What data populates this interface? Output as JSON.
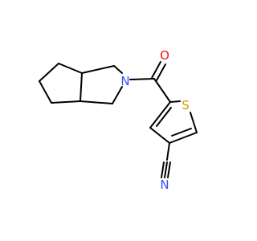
{
  "molecule": {
    "labels": {
      "oxygen": "O",
      "nitrogen_amide": "N",
      "sulfur": "S",
      "nitrogen_nitrile": "N"
    },
    "colors": {
      "bond": "#000000",
      "oxygen": "#ff0d0d",
      "nitrogen": "#3050f8",
      "sulfur": "#c6a200"
    }
  }
}
